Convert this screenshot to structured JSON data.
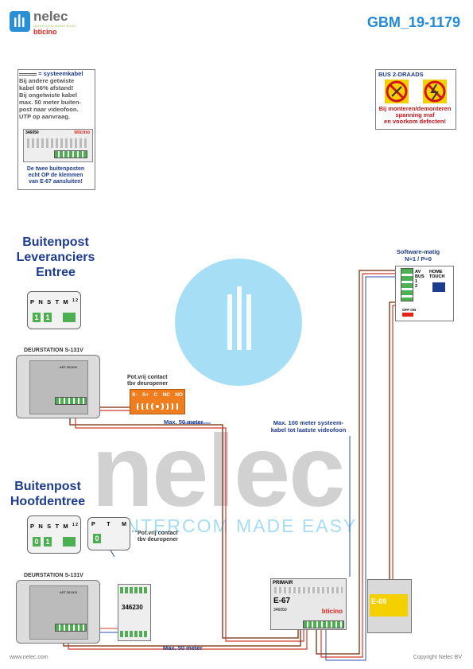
{
  "header": {
    "brand": "nelec",
    "brand_tagline": "INTERCOM MADE EASY",
    "brand_sub": "bticino",
    "doc_id": "GBM_19-1179"
  },
  "note": {
    "legend": "= systeemkabel",
    "lines": [
      "Bij andere getwiste",
      "kabel 66% afstand!",
      "Bij ongetwiste kabel",
      "max. 50 meter buiten-",
      "post naar videofoon.",
      "UTP op aanvraag."
    ],
    "module_code": "346050",
    "brand": "bticino",
    "bottom_lines": [
      "De twee buitenposten",
      "echt OP de klemmen",
      "van E-67 aansluiten!"
    ]
  },
  "bus_warning": {
    "title": "BUS 2-DRAADS",
    "lines": [
      "Bij monteren/demonteren",
      "spanning eraf",
      "en voorkom defecten!"
    ]
  },
  "entrance1": {
    "title_lines": [
      "Buitenpost",
      "Leveranciers",
      "Entree"
    ],
    "dip_labels": [
      "P",
      "N",
      "S",
      "T",
      "M",
      "1 2"
    ],
    "dip_values": [
      "1",
      "1"
    ],
    "station_label": "DEURSTATION S-131V",
    "station_code": "ART.351300",
    "contact_lines": [
      "Pot.vrij contact",
      "tbv deuropener"
    ],
    "relay_terminals": [
      "S-",
      "S+",
      "C",
      "NC",
      "NO"
    ],
    "distance": "Max. 50 meter"
  },
  "entrance2": {
    "title_lines": [
      "Buitenpost",
      "Hoofdentree"
    ],
    "dip_labels": [
      "P",
      "N",
      "S",
      "T",
      "M",
      "1 2"
    ],
    "dip_values": [
      "0",
      "1"
    ],
    "relay_dip_labels": [
      "P",
      "T",
      "M"
    ],
    "relay_dip_value": "0",
    "contact_lines": [
      "Pot.vrij contact",
      "tbv deuropener"
    ],
    "station_label": "DEURSTATION S-131V",
    "station_code": "ART.351300",
    "relay_code": "346230",
    "distance": "Max. 50 meter"
  },
  "system": {
    "max_label_lines": [
      "Max. 100 meter systeem-",
      "kabel tot laatste videofoon"
    ],
    "distributor_title": "PRIMAIR",
    "distributor_name": "E-67",
    "distributor_code": "346050",
    "distributor_brand": "bticino",
    "psu_name": "E-69",
    "software_lines": [
      "Software-matig",
      "N=1 / P=0"
    ],
    "monitor_terminals": [
      "AV",
      "BUS",
      "1",
      "2"
    ],
    "monitor_name_lines": [
      "HOME",
      "TOUCH"
    ],
    "monitor_switch": "OFF ON"
  },
  "watermark": {
    "word": "nelec",
    "tagline": "INTERCOM MADE EASY"
  },
  "footer": {
    "left": "www.nelec.com",
    "right": "Copyright Nelec BV"
  },
  "colors": {
    "accent_blue": "#1e3c8c",
    "header_blue": "#1f8ad6",
    "warning_red": "#c0141a",
    "relay_orange": "#f07d1e",
    "wire_brown": "#8b4a2b",
    "wire_red": "#d1392b",
    "wire_blue": "#2b4fb0"
  }
}
